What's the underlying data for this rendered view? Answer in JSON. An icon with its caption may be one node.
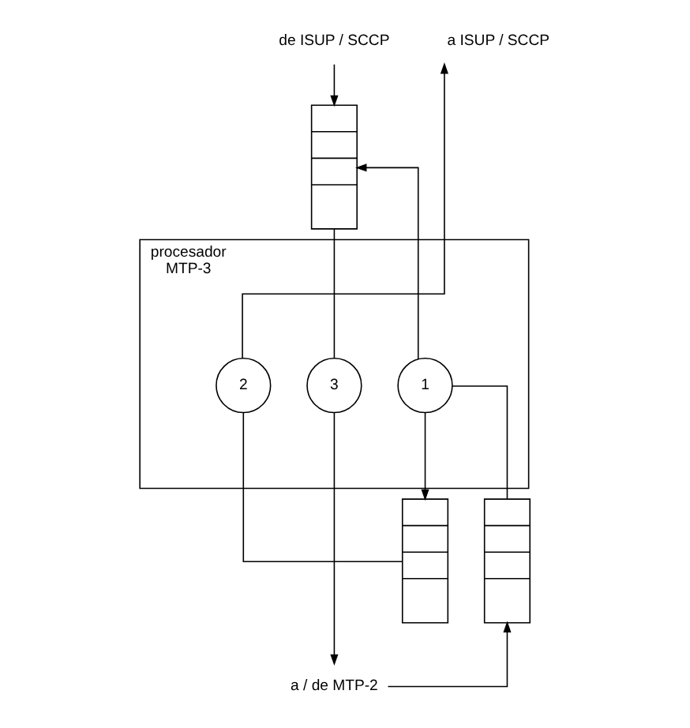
{
  "diagram": {
    "nodes": [
      {
        "text": [
          "de ISUP / SCCP"
        ]
      },
      {
        "text": [
          "a ISUP / SCCP"
        ]
      },
      {
        "text": [
          "procesador MTP-3"
        ]
      },
      {
        "text": [
          "3"
        ],
        "in": 2
      },
      {
        "text": [
          "1"
        ],
        "in": 2
      },
      {
        "text": [
          "2"
        ],
        "in": 2
      },
      {
        "text": [],
        "shape": "box"
      },
      {
        "text": [],
        "shape": "box"
      },
      {
        "text": [],
        "shape": "box"
      },
      {
        "text": [
          "a / de MTP-2"
        ]
      }
    ],
    "edges": [
      {
        "from": 0,
        "to": 6,
        "arrow": "to"
      },
      {
        "from": 4,
        "to": 6,
        "arrow": "to"
      },
      {
        "from": 4,
        "to": 8,
        "arrow": "to"
      },
      {
        "from": 6,
        "to": 3,
        "arrow": "none"
      },
      {
        "from": 5,
        "to": 1,
        "arrow": "to"
      },
      {
        "from": 3,
        "to": 9,
        "arrow": "to"
      },
      {
        "from": 9,
        "to": 7,
        "arrow": "to"
      },
      {
        "from": 7,
        "to": 4,
        "arrow": "none"
      },
      {
        "from": 8,
        "to": 5,
        "arrow": "none"
      }
    ]
  }
}
